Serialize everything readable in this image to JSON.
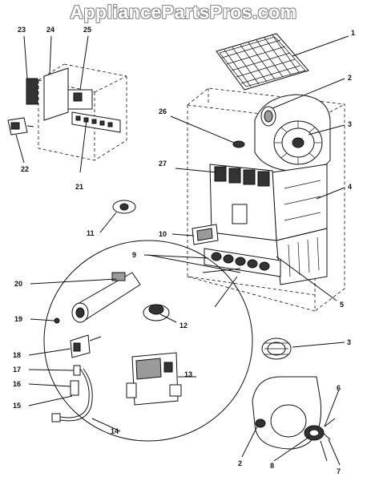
{
  "watermark": "AppliancePartsPros.com",
  "callouts": [
    {
      "id": "c1",
      "label": "1"
    },
    {
      "id": "c2a",
      "label": "2"
    },
    {
      "id": "c3a",
      "label": "3"
    },
    {
      "id": "c4",
      "label": "4"
    },
    {
      "id": "c5",
      "label": "5"
    },
    {
      "id": "c9",
      "label": "9"
    },
    {
      "id": "c10",
      "label": "10"
    },
    {
      "id": "c11",
      "label": "11"
    },
    {
      "id": "c12",
      "label": "12"
    },
    {
      "id": "c13",
      "label": "13"
    },
    {
      "id": "c14",
      "label": "14"
    },
    {
      "id": "c15",
      "label": "15"
    },
    {
      "id": "c16",
      "label": "16"
    },
    {
      "id": "c17",
      "label": "17"
    },
    {
      "id": "c18",
      "label": "18"
    },
    {
      "id": "c19",
      "label": "19"
    },
    {
      "id": "c20",
      "label": "20"
    },
    {
      "id": "c21",
      "label": "21"
    },
    {
      "id": "c22",
      "label": "22"
    },
    {
      "id": "c23",
      "label": "23"
    },
    {
      "id": "c24",
      "label": "24"
    },
    {
      "id": "c25",
      "label": "25"
    },
    {
      "id": "c26",
      "label": "26"
    },
    {
      "id": "c27",
      "label": "27"
    },
    {
      "id": "c3b",
      "label": "3"
    },
    {
      "id": "c2b",
      "label": "2"
    },
    {
      "id": "c6",
      "label": "6"
    },
    {
      "id": "c7",
      "label": "7"
    },
    {
      "id": "c8",
      "label": "8"
    }
  ]
}
